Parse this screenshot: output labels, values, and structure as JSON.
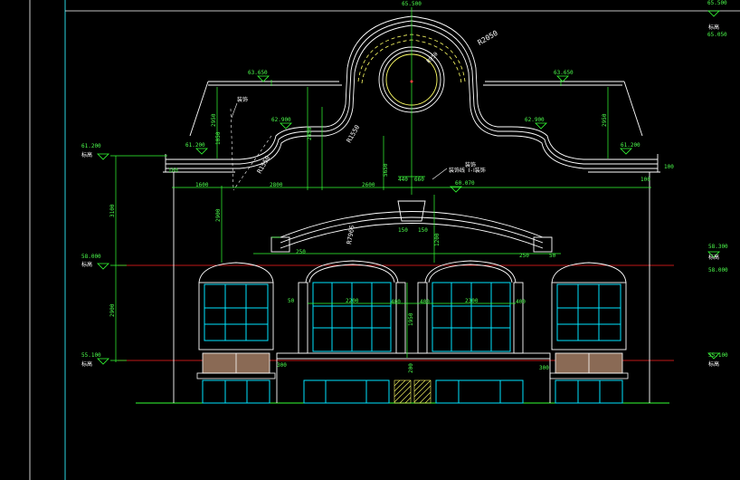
{
  "colors": {
    "background": "#000000",
    "outline": "#ffffff",
    "dimension": "#33ff33",
    "glazing": "#00e5ff",
    "floor_line": "#ff2020",
    "panel": "#8a6a55",
    "trim": "#ffff66",
    "frame_line": "#2ad4e0"
  },
  "elevations": {
    "top": "65.500",
    "top_right_a": "65.500",
    "top_right_b": "65.050",
    "ridge_left": "63.650",
    "ridge_right": "63.650",
    "mid_left": "62.900",
    "mid_right": "62.900",
    "eave_left_inner": "61.200",
    "eave_right_inner": "61.200",
    "eave_left": "61.200",
    "keystone": "60.070",
    "floor2_left": "58.000",
    "floor2_right_a": "58.300",
    "floor2_right_b": "58.000",
    "ground_left": "55.100",
    "ground_right": "55.100"
  },
  "dimensions": {
    "radius_top": "R2050",
    "radius_small": "R950",
    "radius_mid": "R1550",
    "radius_arch": "R7966",
    "width_2800": "2800",
    "width_2600": "2600",
    "width_1600": "1600",
    "width_2200": "2200",
    "width_2300": "2300",
    "height_3100": "3100",
    "height_2900": "2900",
    "height_5650": "5650",
    "height_2950": "2950",
    "height_1050": "1050",
    "height_2450": "2450",
    "d_440": "440",
    "d_660": "660",
    "d_150": "150",
    "d_250": "250",
    "d_400": "400",
    "d_300": "300",
    "d_200": "200",
    "d_100": "100",
    "d_50": "50",
    "d_1200": "1200",
    "d_1950": "1950"
  },
  "annotations": {
    "note_keystone": "装饰线 Ⅰ-Ⅰ装饰",
    "note_keystone_b": "装饰",
    "note_left": "装饰",
    "level_tag": "标高"
  }
}
